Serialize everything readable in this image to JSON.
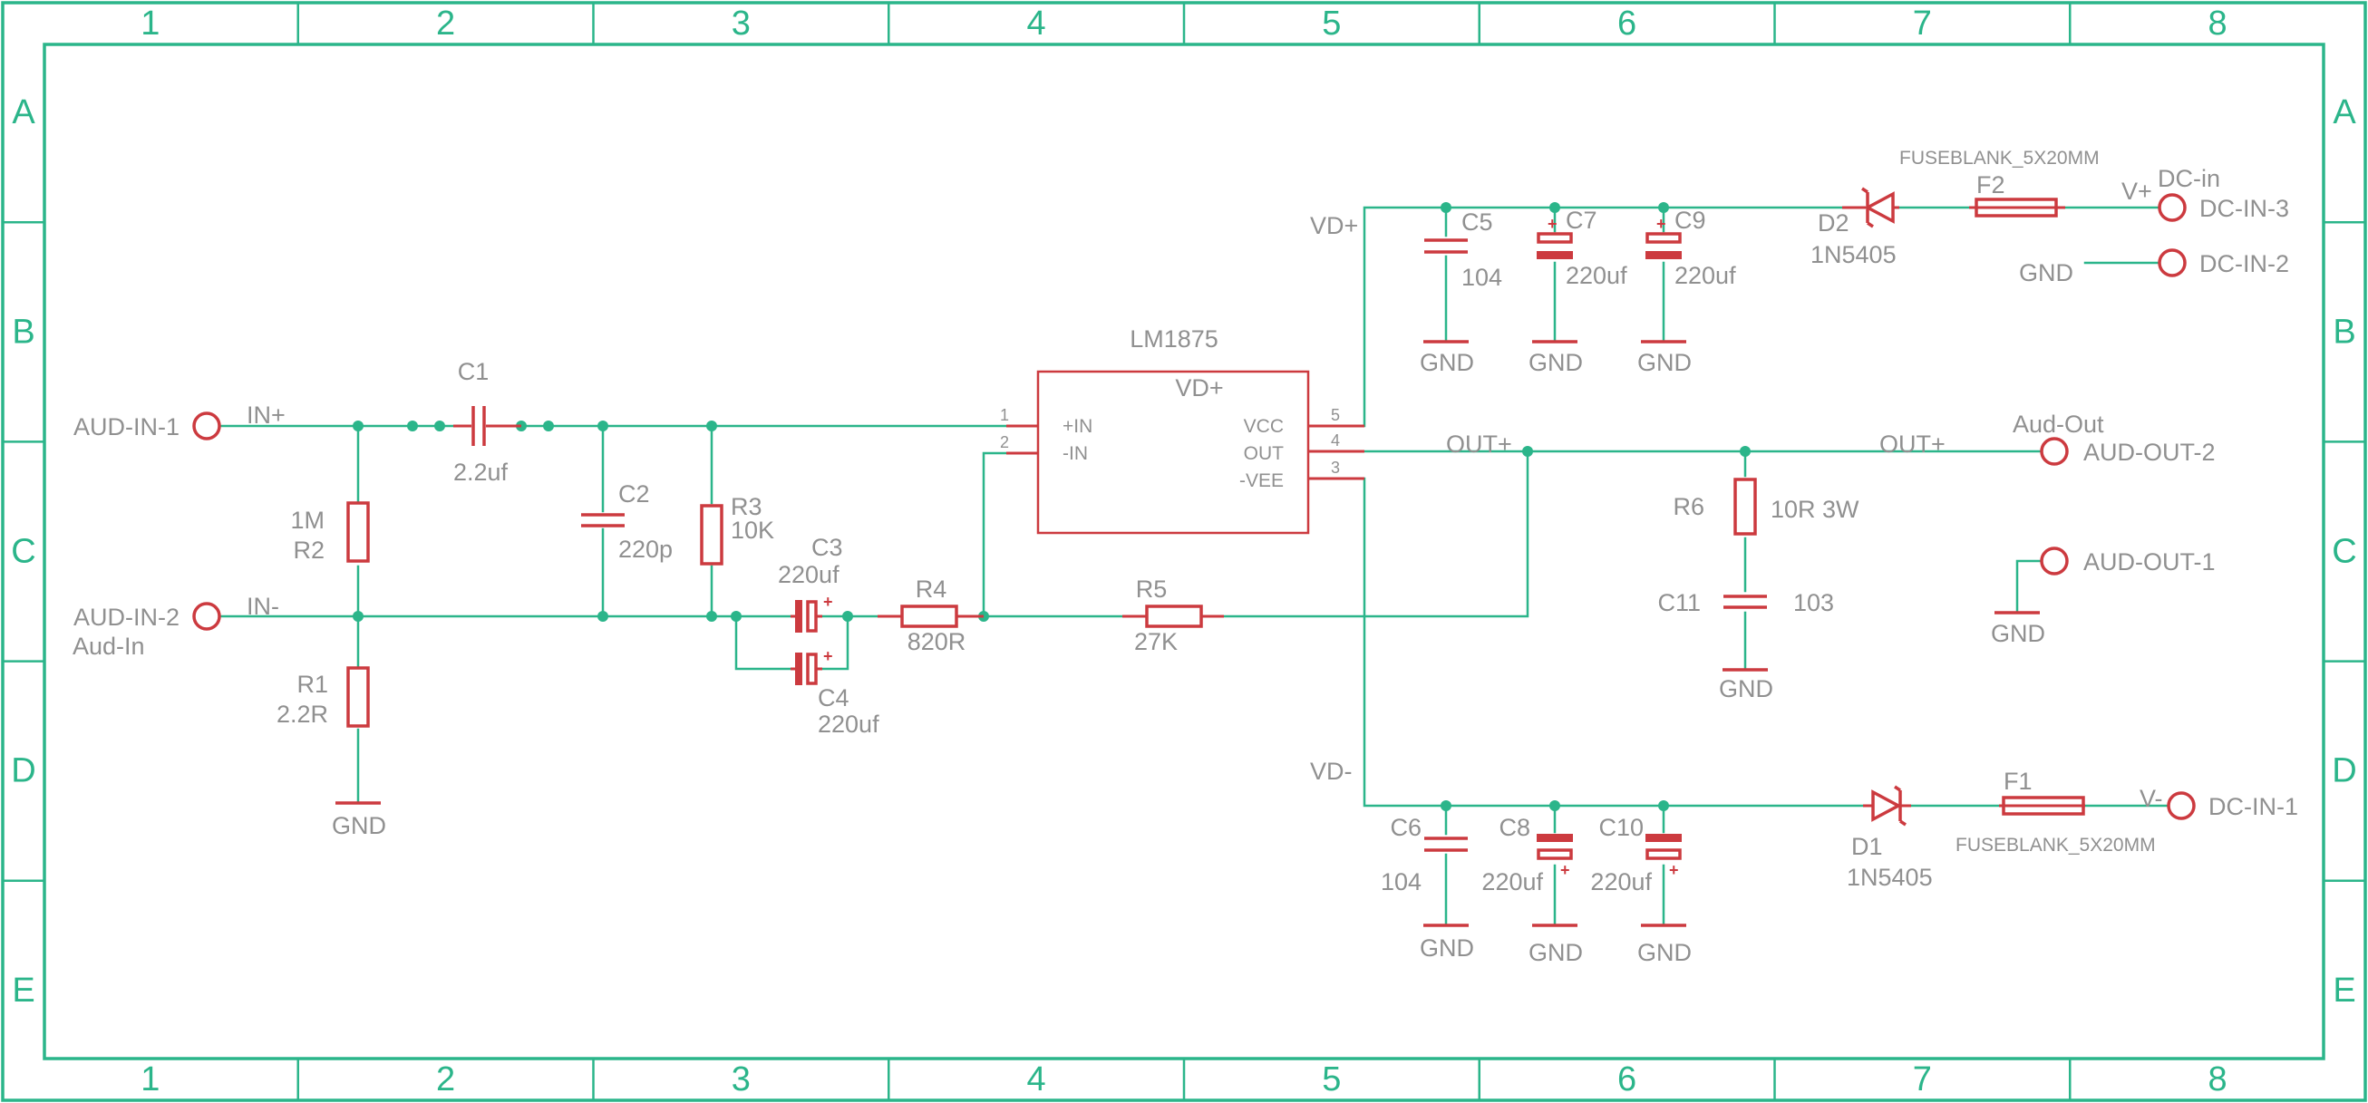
{
  "frame": {
    "columns": [
      "1",
      "2",
      "3",
      "4",
      "5",
      "6",
      "7",
      "8"
    ],
    "rows": [
      "A",
      "B",
      "C",
      "D",
      "E"
    ]
  },
  "ic": {
    "name": "LM1875",
    "top_label": "VD+",
    "pin_labels": {
      "in_plus": "+IN",
      "in_minus": "-IN",
      "vcc": "VCC",
      "out": "OUT",
      "vee": "-VEE"
    },
    "pin_numbers": {
      "p1": "1",
      "p2": "2",
      "p5": "5",
      "p4": "4",
      "p3": "3"
    }
  },
  "connectors": {
    "aud_in_1": "AUD-IN-1",
    "aud_in_2": "AUD-IN-2",
    "aud_in": "Aud-In",
    "aud_out_2": "AUD-OUT-2",
    "aud_out_1": "AUD-OUT-1",
    "aud_out": "Aud-Out",
    "dc_in_3": "DC-IN-3",
    "dc_in_2": "DC-IN-2",
    "dc_in_1": "DC-IN-1",
    "dc_in": "DC-in"
  },
  "nets": {
    "in_plus": "IN+",
    "in_minus": "IN-",
    "vd_plus": "VD+",
    "vd_minus": "VD-",
    "out_plus_a": "OUT+",
    "out_plus_b": "OUT+",
    "v_plus": "V+",
    "v_minus": "V-",
    "gnd": "GND"
  },
  "parts": {
    "C1": {
      "name": "C1",
      "value": "2.2uf"
    },
    "C2": {
      "name": "C2",
      "value": "220p"
    },
    "C3": {
      "name": "C3",
      "value": "220uf"
    },
    "C4": {
      "name": "C4",
      "value": "220uf"
    },
    "C5": {
      "name": "C5",
      "value": "104"
    },
    "C6": {
      "name": "C6",
      "value": "104"
    },
    "C7": {
      "name": "C7",
      "value": "220uf"
    },
    "C8": {
      "name": "C8",
      "value": "220uf"
    },
    "C9": {
      "name": "C9",
      "value": "220uf"
    },
    "C10": {
      "name": "C10",
      "value": "220uf"
    },
    "C11": {
      "name": "C11",
      "value": "103"
    },
    "R1": {
      "name": "R1",
      "value": "2.2R"
    },
    "R2": {
      "name": "R2",
      "value": "1M"
    },
    "R3": {
      "name": "R3",
      "value": "10K"
    },
    "R4": {
      "name": "R4",
      "value": "820R"
    },
    "R5": {
      "name": "R5",
      "value": "27K"
    },
    "R6": {
      "name": "R6",
      "value": "10R 3W"
    },
    "D1": {
      "name": "D1",
      "value": "1N5405"
    },
    "D2": {
      "name": "D2",
      "value": "1N5405"
    },
    "F1": {
      "name": "F1",
      "value": "FUSEBLANK_5X20MM"
    },
    "F2": {
      "name": "F2",
      "value": "FUSEBLANK_5X20MM"
    }
  },
  "colors": {
    "wire": "#2bb58a",
    "component": "#cc3a3f",
    "label": "#909090"
  }
}
